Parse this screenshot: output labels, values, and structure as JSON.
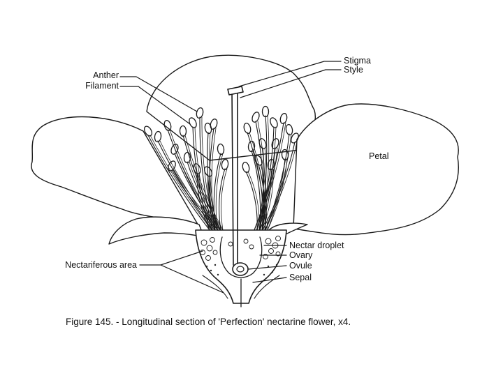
{
  "labels": {
    "anther": "Anther",
    "filament": "Filament",
    "stigma": "Stigma",
    "style": "Style",
    "petal": "Petal",
    "nectar_droplet": "Nectar droplet",
    "ovary": "Ovary",
    "ovule": "Ovule",
    "nectariferous_area": "Nectariferous area",
    "sepal": "Sepal"
  },
  "caption": "Figure 145. - Longitudinal section of 'Perfection' nectarine flower, x4."
}
